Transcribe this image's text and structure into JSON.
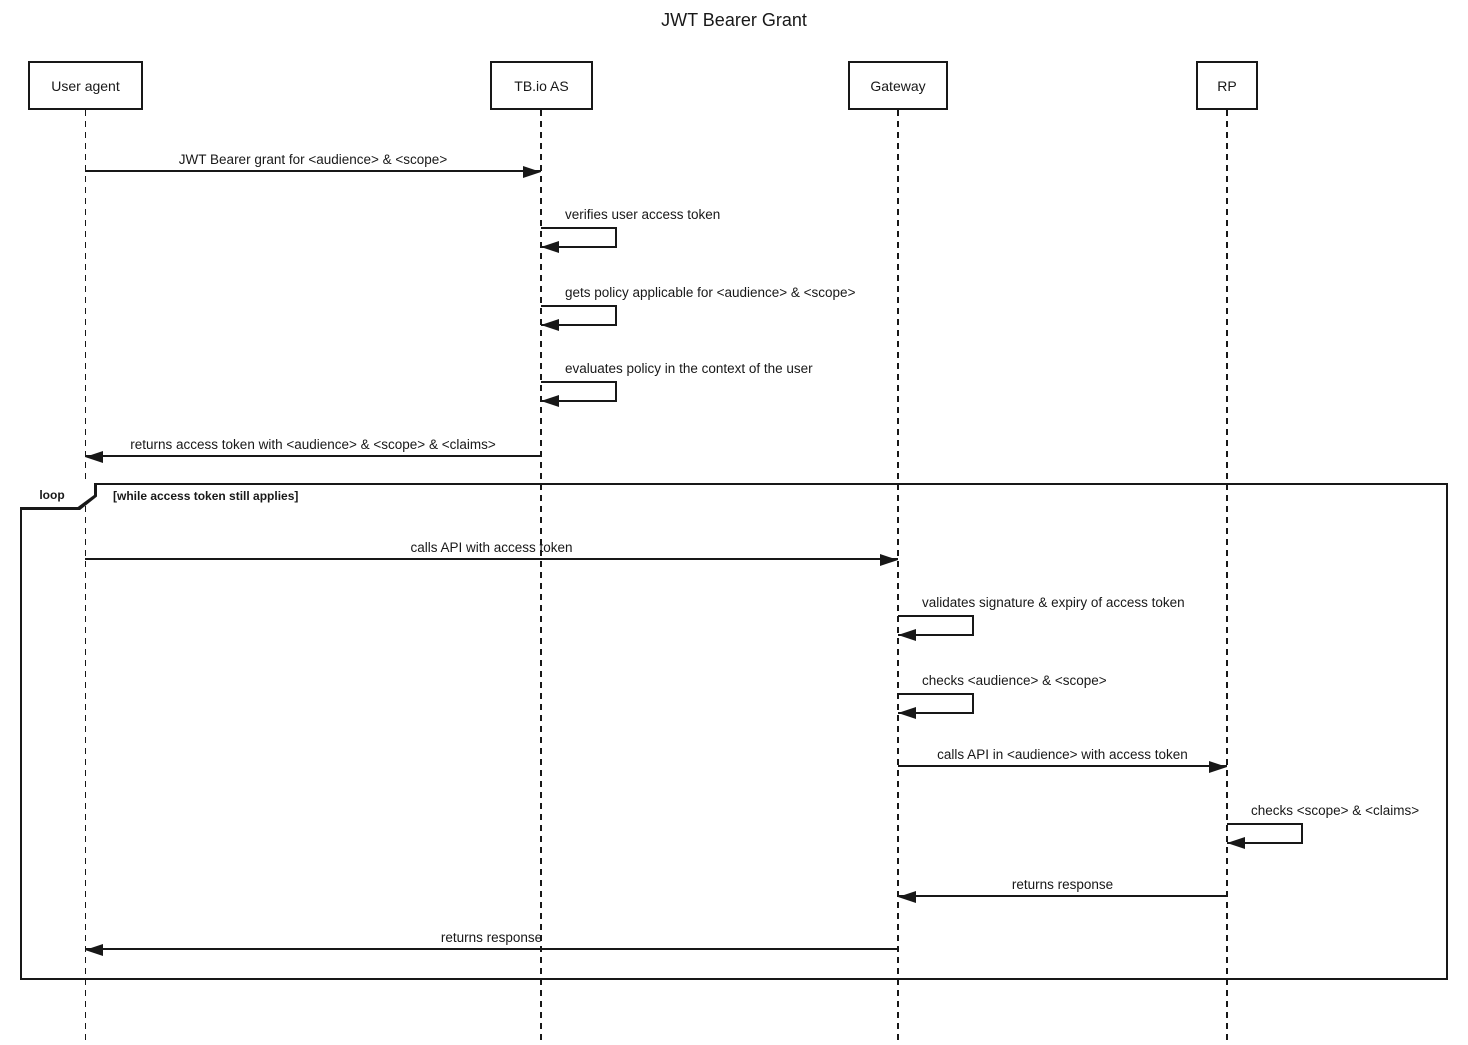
{
  "title": "JWT Bearer Grant",
  "colors": {
    "stroke": "#181818",
    "background": "#ffffff"
  },
  "participants": [
    {
      "id": "user-agent",
      "label": "User agent"
    },
    {
      "id": "tbio-as",
      "label": "TB.io AS"
    },
    {
      "id": "gateway",
      "label": "Gateway"
    },
    {
      "id": "rp",
      "label": "RP"
    }
  ],
  "loop": {
    "operator": "loop",
    "condition": "[while access token still applies]"
  },
  "messages": [
    {
      "from": "User agent",
      "to": "TB.io AS",
      "type": "solid-arrow",
      "label": "JWT Bearer grant for <audience> & <scope>"
    },
    {
      "from": "TB.io AS",
      "to": "TB.io AS",
      "type": "self",
      "label": "verifies user access token"
    },
    {
      "from": "TB.io AS",
      "to": "TB.io AS",
      "type": "self",
      "label": "gets policy applicable for <audience> & <scope>"
    },
    {
      "from": "TB.io AS",
      "to": "TB.io AS",
      "type": "self",
      "label": "evaluates policy in the context of the user"
    },
    {
      "from": "TB.io AS",
      "to": "User agent",
      "type": "solid-arrow",
      "label": "returns access token with <audience> & <scope> & <claims>"
    },
    {
      "from": "User agent",
      "to": "Gateway",
      "type": "solid-arrow",
      "in_loop": true,
      "label": "calls API with access token"
    },
    {
      "from": "Gateway",
      "to": "Gateway",
      "type": "self",
      "in_loop": true,
      "label": "validates signature & expiry of access token"
    },
    {
      "from": "Gateway",
      "to": "Gateway",
      "type": "self",
      "in_loop": true,
      "label": "checks <audience> & <scope>"
    },
    {
      "from": "Gateway",
      "to": "RP",
      "type": "solid-arrow",
      "in_loop": true,
      "label": "calls API in <audience> with access token"
    },
    {
      "from": "RP",
      "to": "RP",
      "type": "self",
      "in_loop": true,
      "label": "checks <scope> & <claims>"
    },
    {
      "from": "RP",
      "to": "Gateway",
      "type": "solid-arrow",
      "in_loop": true,
      "label": "returns response"
    },
    {
      "from": "Gateway",
      "to": "User agent",
      "type": "solid-arrow",
      "in_loop": true,
      "label": "returns response"
    }
  ]
}
